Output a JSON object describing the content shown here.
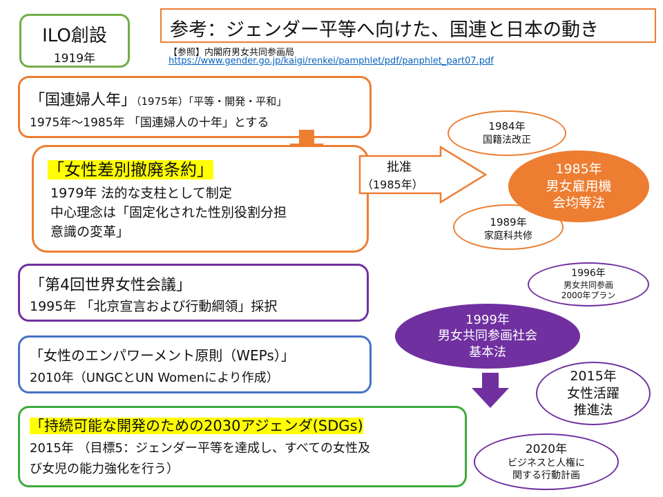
{
  "ilo": {
    "title": "ILO創設",
    "year": "1919年"
  },
  "header": {
    "title": "参考：ジェンダー平等へ向けた、国連と日本の動き",
    "source_label": "【参照】内閣府男女共同参画局",
    "source_url": "https://www.gender.go.jp/kaigi/renkei/pamphlet/pdf/panphlet_part07.pdf"
  },
  "box1": {
    "line1_main": "「国連婦人年」",
    "line1_small": "（1975年）「平等・開発・平和」",
    "line2": "1975年～1985年 「国連婦人の十年」とする"
  },
  "box2": {
    "title": "「女性差別撤廃条約」",
    "line2": "1979年 法的な支柱として制定",
    "line3": "中心理念は「固定化された性別役割分担",
    "line4": "意識の変革」"
  },
  "ratify": {
    "label": "批准",
    "year": "（1985年）"
  },
  "ell_1984": {
    "year": "1984年",
    "text": "国籍法改正"
  },
  "ell_1985": {
    "year": "1985年",
    "line2": "男女雇用機",
    "line3": "会均等法"
  },
  "ell_1989": {
    "year": "1989年",
    "text": "家庭科共修"
  },
  "box3": {
    "title": "「第4回世界女性会議」",
    "line2": "1995年 「北京宣言および行動綱領」採択"
  },
  "ell_1996": {
    "year": "1996年",
    "line2": "男女共同参画",
    "line3": "2000年プラン"
  },
  "ell_1999": {
    "year": "1999年",
    "line2": "男女共同参画社会",
    "line3": "基本法"
  },
  "box4": {
    "title": "「女性のエンパワーメント原則（WEPs）」",
    "line2": "2010年（UNGCとUN Womenにより作成）"
  },
  "ell_2015": {
    "year": "2015年",
    "line2": "女性活躍",
    "line3": "推進法"
  },
  "box5": {
    "title": "「持続可能な開発のための2030アジェンダ(SDGs)",
    "line2": "2015年 （目標5：ジェンダー平等を達成し、すべての女性及",
    "line3": "び女児の能力強化を行う）"
  },
  "ell_2020": {
    "year": "2020年",
    "line2": "ビジネスと人権に",
    "line3": "関する行動計画"
  },
  "colors": {
    "orange": "#ed7d31",
    "purple": "#7030a0",
    "blue": "#4472c4",
    "green": "#3daa3d",
    "highlight": "#ffff00",
    "ilo_border": "#70ad47"
  }
}
